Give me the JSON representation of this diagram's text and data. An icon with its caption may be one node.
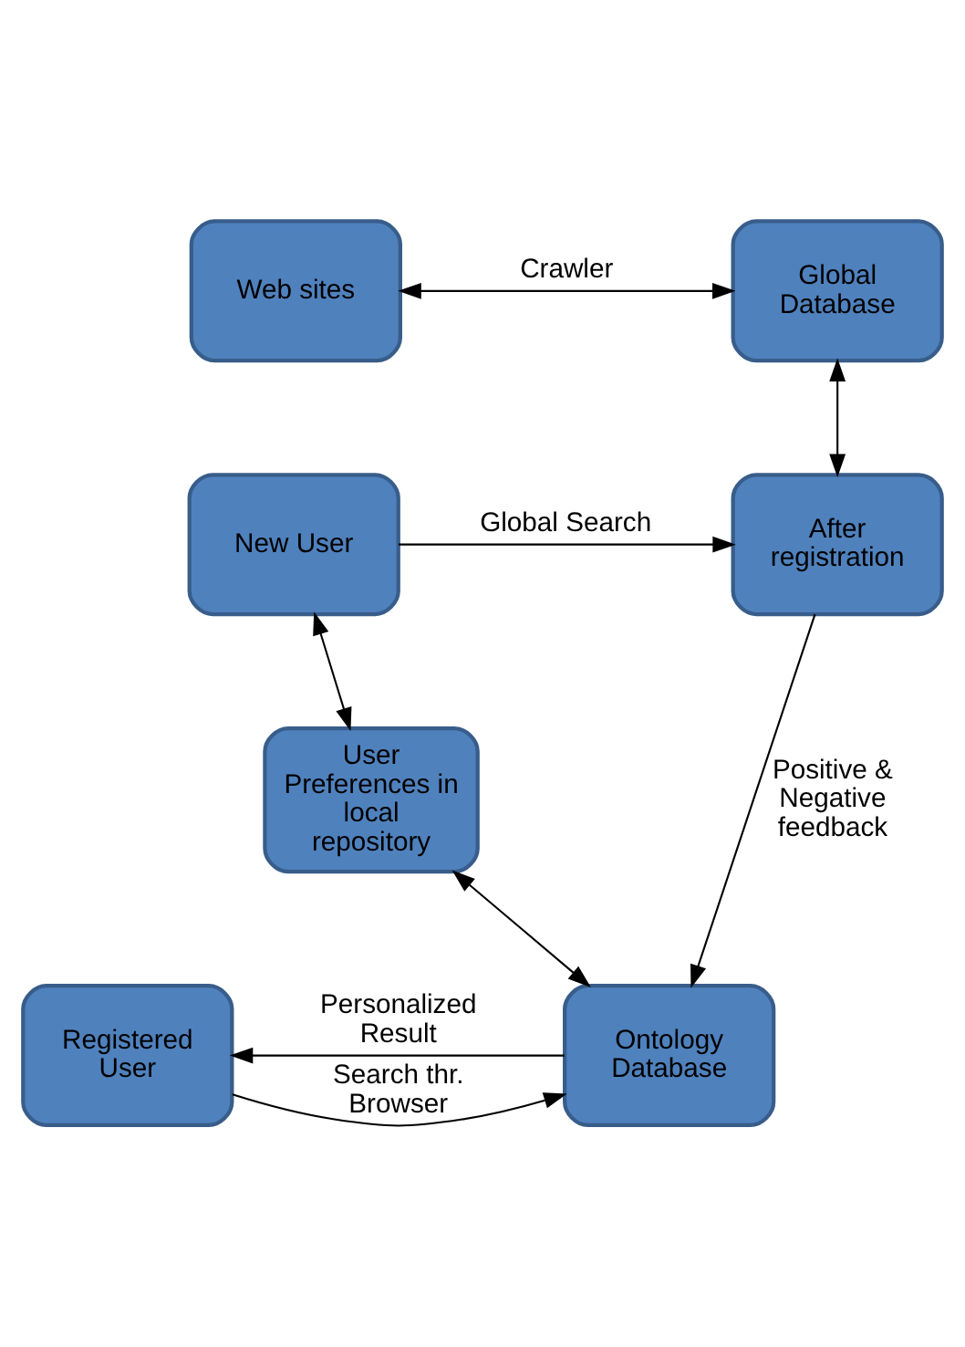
{
  "diagram": {
    "nodes": [
      {
        "text": [
          "Web sites"
        ]
      },
      {
        "text": [
          "Global Database"
        ]
      },
      {
        "text": [
          "New User"
        ]
      },
      {
        "text": [
          "After registration"
        ]
      },
      {
        "text": [
          "User Preferences in local repository"
        ]
      },
      {
        "text": [
          "Registered User"
        ]
      },
      {
        "text": [
          "Ontology Database"
        ]
      }
    ],
    "edges": [
      {
        "from": 0,
        "to": 1,
        "arrow": "both",
        "label": "Crawler"
      },
      {
        "from": 1,
        "to": 3,
        "arrow": "both"
      },
      {
        "from": 2,
        "to": 3,
        "arrow": "to",
        "label": "Global Search"
      },
      {
        "from": 2,
        "to": 4,
        "arrow": "both"
      },
      {
        "from": 3,
        "to": 6,
        "arrow": "to",
        "label": "Positive & Negative feedback"
      },
      {
        "from": 4,
        "to": 6,
        "arrow": "both"
      },
      {
        "from": 5,
        "to": 6,
        "arrow": "to",
        "label": "Search thr. Browser"
      },
      {
        "from": 6,
        "to": 5,
        "arrow": "to",
        "label": "Personalized Result"
      }
    ]
  }
}
